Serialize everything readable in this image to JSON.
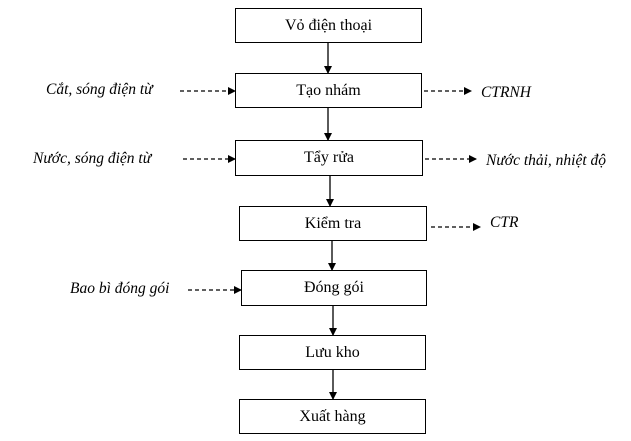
{
  "steps": [
    {
      "id": "vo-dien-thoai",
      "label": "Vỏ điện thoại"
    },
    {
      "id": "tao-nham",
      "label": "Tạo nhám"
    },
    {
      "id": "tay-rua",
      "label": "Tẩy rửa"
    },
    {
      "id": "kiem-tra",
      "label": "Kiểm tra"
    },
    {
      "id": "dong-goi",
      "label": "Đóng gói"
    },
    {
      "id": "luu-kho",
      "label": "Lưu kho"
    },
    {
      "id": "xuat-hang",
      "label": "Xuất hàng"
    }
  ],
  "inputs": {
    "tao_nham": "Cắt, sóng điện từ",
    "tay_rua": "Nước, sóng điện từ",
    "dong_goi": "Bao bì đóng gói"
  },
  "outputs": {
    "tao_nham": "CTRNH",
    "tay_rua": "Nước thải, nhiệt độ",
    "kiem_tra": "CTR"
  }
}
